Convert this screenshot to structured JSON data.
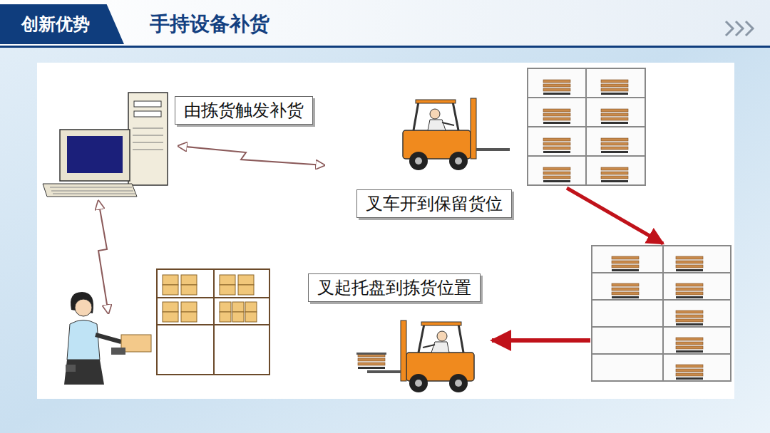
{
  "diagram": {
    "title": "手持设备补货",
    "nodes": [
      {
        "text": [
          "创新优势"
        ]
      },
      {
        "text": [
          "由拣货触发补货"
        ]
      },
      {
        "text": [
          "叉车开到保留货位"
        ]
      },
      {
        "text": [
          "叉起托盘到拣货位置"
        ]
      }
    ]
  }
}
